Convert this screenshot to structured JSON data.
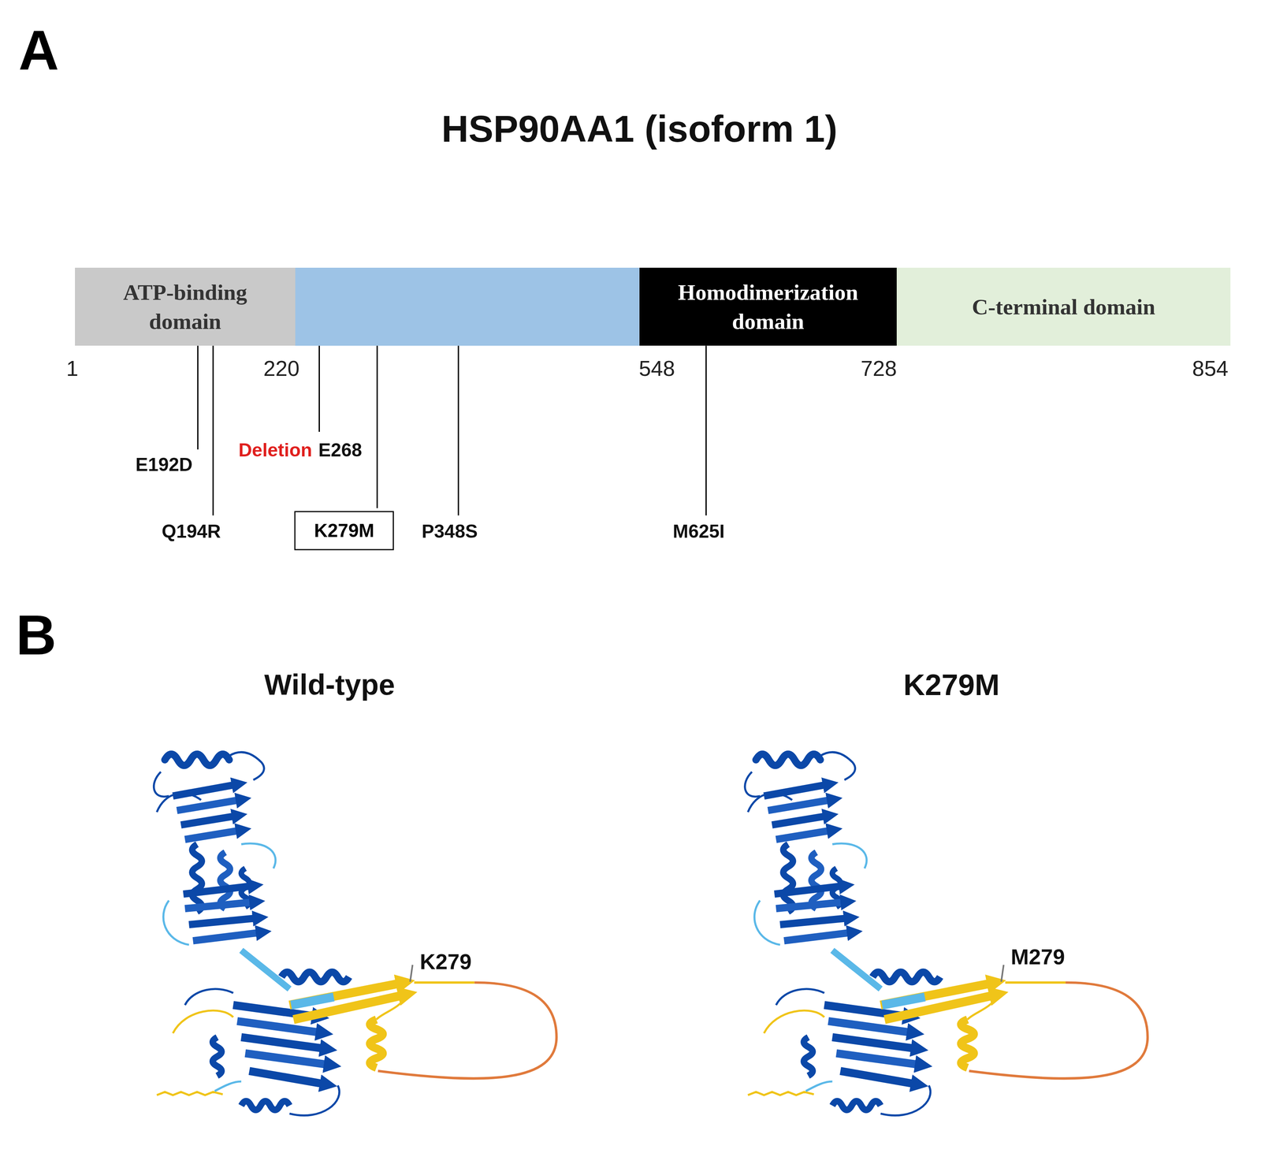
{
  "diagram": {
    "title": "HSP90AA1 (isoform 1)",
    "nodes": [
      {
        "text": [
          "ATP-binding domain"
        ]
      },
      {
        "text": [
          "Homodimerization domain"
        ]
      },
      {
        "text": [
          "C-terminal domain"
        ]
      },
      {
        "text": [
          "K279M"
        ]
      }
    ],
    "labels": [
      "A",
      "1",
      "220",
      "548",
      "728",
      "854",
      "E192D",
      "Deletion",
      "E268",
      "Q194R",
      "P348S",
      "M625I",
      "B",
      "Wild-type",
      "K279M",
      "K279",
      "M279"
    ]
  }
}
